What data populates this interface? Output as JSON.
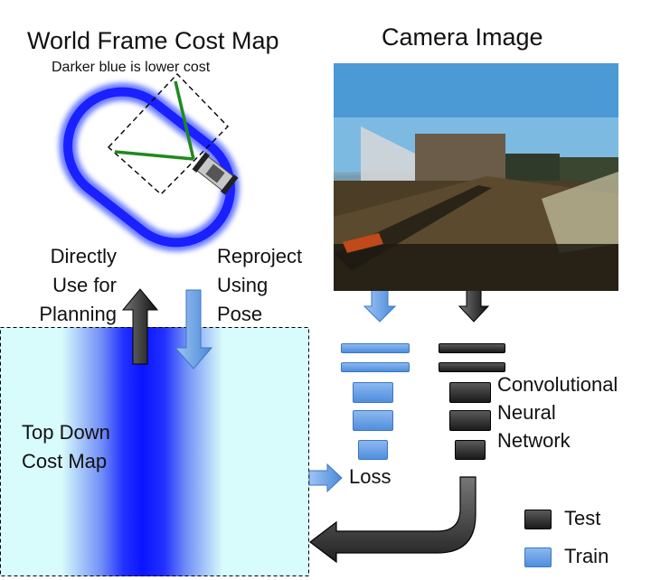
{
  "titles": {
    "world_frame": "World Frame Cost Map",
    "camera_image": "Camera Image"
  },
  "note": "Darker blue is lower cost",
  "labels": {
    "directly_use": [
      "Directly",
      "Use for",
      "Planning"
    ],
    "reproject": [
      "Reproject",
      "Using",
      "Pose"
    ],
    "top_down": [
      "Top Down",
      "Cost Map"
    ],
    "cnn": [
      "Convolutional",
      "Neural",
      "Network"
    ],
    "loss": "Loss"
  },
  "legend": [
    {
      "label": "Test",
      "color": "#222222"
    },
    {
      "label": "Train",
      "color": "#5b9be8"
    }
  ],
  "colors": {
    "track_blue": "#1a2cff",
    "cost_map_bg": "#d8fbfb",
    "train_blue": "#5b9be8",
    "test_black": "#222222",
    "view_lines": "#1e8a1e"
  }
}
